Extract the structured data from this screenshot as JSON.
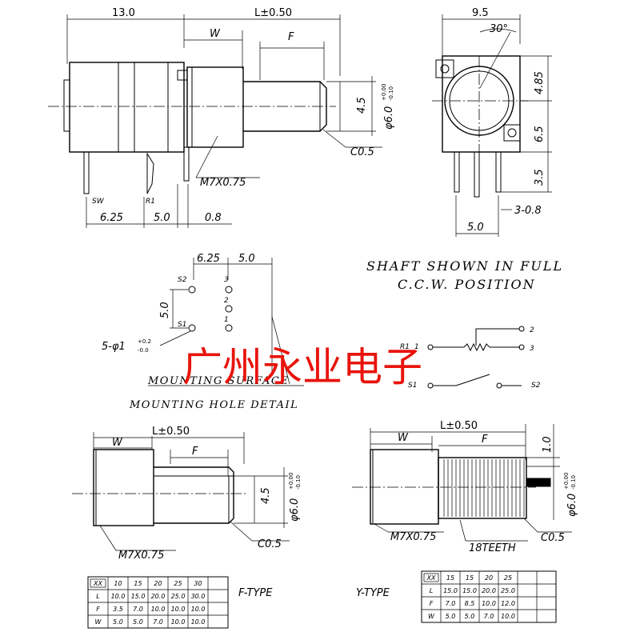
{
  "top_view": {
    "dim_13": "13.0",
    "dim_L": "L±0.50",
    "dim_W": "W",
    "dim_F": "F",
    "dim_45": "4.5",
    "dim_phi": "φ6.0",
    "tol_plus": "+0.00",
    "tol_minus": "-0.10",
    "chamfer": "C0.5",
    "thread": "M7X0.75",
    "sw": "SW",
    "r1": "R1",
    "dim_625": "6.25",
    "dim_50": "5.0",
    "dim_08": "0.8"
  },
  "side_view": {
    "dim_95": "9.5",
    "angle": "30°",
    "dim_485": "4.85",
    "dim_65": "6.5",
    "dim_35": "3.5",
    "dim_308": "3-0.8",
    "dim_50": "5.0"
  },
  "note": {
    "line1": "SHAFT SHOWN IN FULL",
    "line2": "C.C.W. POSITION"
  },
  "mounting": {
    "dim_625": "6.25",
    "dim_50": "5.0",
    "dim_v50": "5.0",
    "s2": "S2",
    "s1": "S1",
    "p3": "3",
    "p2": "2",
    "p1": "1",
    "hole": "5-φ1",
    "hole_plus": "+0.2",
    "hole_minus": "-0.0",
    "surface": "MOUNTING SURFACE",
    "detail": "MOUNTING HOLE DETAIL"
  },
  "schematic": {
    "r1": "R1",
    "n1": "1",
    "n2": "2",
    "n3": "3",
    "s1": "S1",
    "s2": "S2"
  },
  "watermark": "广州永业电子",
  "f_type": {
    "label": "F-TYPE",
    "dim_L": "L±0.50",
    "dim_W": "W",
    "dim_F": "F",
    "dim_45": "4.5",
    "dim_phi": "φ6.0",
    "tol_plus": "+0.00",
    "tol_minus": "-0.10",
    "chamfer": "C0.5",
    "thread": "M7X0.75",
    "table": {
      "header": [
        "XX",
        "10",
        "15",
        "20",
        "25",
        "30"
      ],
      "rows": [
        [
          "L",
          "10.0",
          "15.0",
          "20.0",
          "25.0",
          "30.0"
        ],
        [
          "F",
          "3.5",
          "7.0",
          "10.0",
          "10.0",
          "10.0"
        ],
        [
          "W",
          "5.0",
          "5.0",
          "7.0",
          "10.0",
          "10.0"
        ]
      ]
    }
  },
  "y_type": {
    "label": "Y-TYPE",
    "dim_L": "L±0.50",
    "dim_W": "W",
    "dim_F": "F",
    "dim_10": "1.0",
    "dim_phi": "φ6.0",
    "tol_plus": "+0.00",
    "tol_minus": "-0.10",
    "chamfer": "C0.5",
    "thread": "M7X0.75",
    "teeth": "18TEETH",
    "table": {
      "header": [
        "XX",
        "15",
        "15",
        "20",
        "25"
      ],
      "rows": [
        [
          "L",
          "15.0",
          "15.0",
          "20.0",
          "25.0"
        ],
        [
          "F",
          "7.0",
          "8.5",
          "10.0",
          "12.0"
        ],
        [
          "W",
          "5.0",
          "5.0",
          "7.0",
          "10.0"
        ]
      ]
    }
  }
}
